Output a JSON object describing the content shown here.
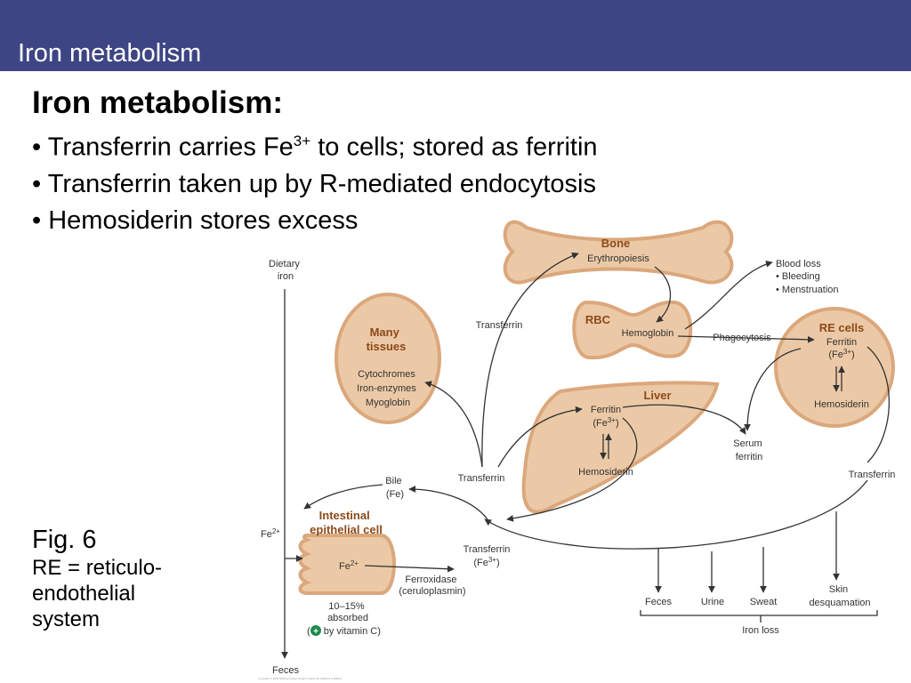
{
  "header": {
    "title": "Iron metabolism"
  },
  "content": {
    "heading": "Iron metabolism:",
    "bullets": [
      {
        "pre": "Transferrin carries Fe",
        "sup": "3+",
        "post": " to cells; stored as ferritin"
      },
      {
        "pre": "Transferrin taken up by R-mediated endocytosis"
      },
      {
        "pre": "Hemosiderin stores excess"
      }
    ]
  },
  "caption": {
    "fig": "Fig. 6",
    "note": "RE = reticulo-endothelial system"
  },
  "diagram": {
    "dietary_iron": [
      "Dietary",
      "iron"
    ],
    "bone": {
      "title": "Bone",
      "process": "Erythropoiesis"
    },
    "rbc": {
      "title": "RBC",
      "content": "Hemoglobin"
    },
    "blood_loss": {
      "title": "Blood loss",
      "items": [
        "• Bleeding",
        "• Menstruation"
      ]
    },
    "phagocytosis": "Phagocytosis",
    "re_cells": {
      "title": "RE cells",
      "ferritin": "Ferritin",
      "fe_pre": "(Fe",
      "fe_sup": "3+",
      "fe_post": ")",
      "hemosiderin": "Hemosiderin"
    },
    "many_tissues": {
      "title": [
        "Many",
        "tissues"
      ],
      "items": [
        "Cytochromes",
        "Iron-enzymes",
        "Myoglobin"
      ]
    },
    "transferrin_upper": "Transferrin",
    "liver": {
      "title": "Liver",
      "ferritin": "Ferritin",
      "fe_pre": "(Fe",
      "fe_sup": "3+",
      "fe_post": ")",
      "hemosiderin": "Hemosiderin"
    },
    "serum_ferritin": [
      "Serum",
      "ferritin"
    ],
    "transferrin_mid": "Transferrin",
    "transferrin_right": "Transferrin",
    "bile": [
      "Bile",
      "(Fe)"
    ],
    "fe2_left": {
      "pre": "Fe",
      "sup": "2+"
    },
    "intestinal": {
      "title": [
        "Intestinal",
        "epithelial cell"
      ],
      "fe_pre": "Fe",
      "fe_sup": "2+"
    },
    "transferrin_lower": {
      "label": "Transferrin",
      "fe_pre": "(Fe",
      "fe_sup": "3+",
      "fe_post": ")"
    },
    "ferroxidase": [
      "Ferroxidase",
      "(ceruloplasmin)"
    ],
    "absorbed": [
      "10–15%",
      "absorbed"
    ],
    "vitamin": {
      "pre": "(",
      "post": " by vitamin C)",
      "plus": "+"
    },
    "feces_bottom": "Feces",
    "losses": [
      "Feces",
      "Urine",
      "Sweat"
    ],
    "skin": [
      "Skin",
      "desquamation"
    ],
    "iron_loss": "Iron loss",
    "copyright": "Copyright © 2008 Wolters Kluwer Health | Lippincott Williams & Wilkins",
    "colors": {
      "organ_fill": "#ecc9a6",
      "organ_stroke": "#dba77c",
      "accent_title": "#8c4a1a",
      "header": "#3d4584",
      "plus": "#1f8a4c"
    }
  }
}
